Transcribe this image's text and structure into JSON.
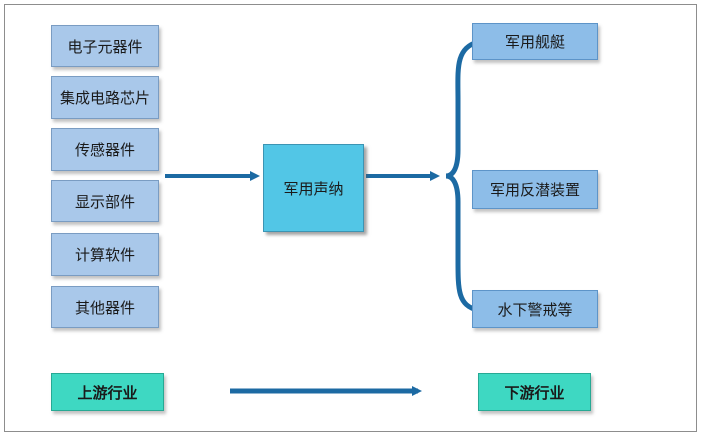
{
  "upstream": {
    "items": [
      {
        "label": "电子元器件"
      },
      {
        "label": "集成电路芯片"
      },
      {
        "label": "传感器件"
      },
      {
        "label": "显示部件"
      },
      {
        "label": "计算软件"
      },
      {
        "label": "其他器件"
      }
    ],
    "tag": "上游行业"
  },
  "center": {
    "label": "军用声纳"
  },
  "downstream": {
    "items": [
      {
        "label": "军用舰艇"
      },
      {
        "label": "军用反潜装置"
      },
      {
        "label": "水下警戒等"
      }
    ],
    "tag": "下游行业"
  },
  "colors": {
    "arrow": "#1c6aa3",
    "input_box": "#a9c8ea",
    "output_box": "#8dbde8",
    "center_box": "#52c6e6",
    "tag_box": "#3ed8c2"
  }
}
